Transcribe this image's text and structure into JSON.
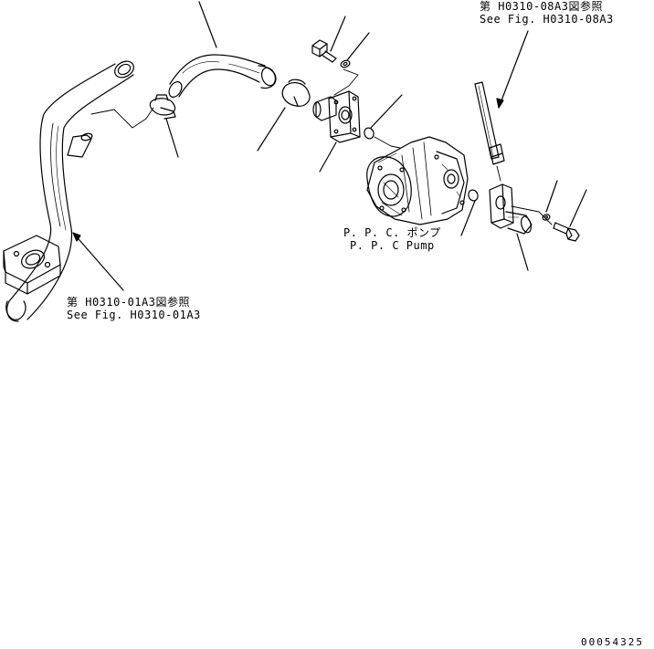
{
  "references": {
    "fig_08a3": {
      "jp": "第 H0310-08A3図参照",
      "en": "See Fig. H0310-08A3"
    },
    "fig_01a3": {
      "jp": "第 H0310-01A3図参照",
      "en": "See Fig. H0310-01A3"
    }
  },
  "pump_label": {
    "jp": "P. P. C. ポンプ",
    "en": "P. P. C Pump"
  },
  "document_number": "00054325",
  "colors": {
    "line": "#000000",
    "background": "#ffffff"
  }
}
